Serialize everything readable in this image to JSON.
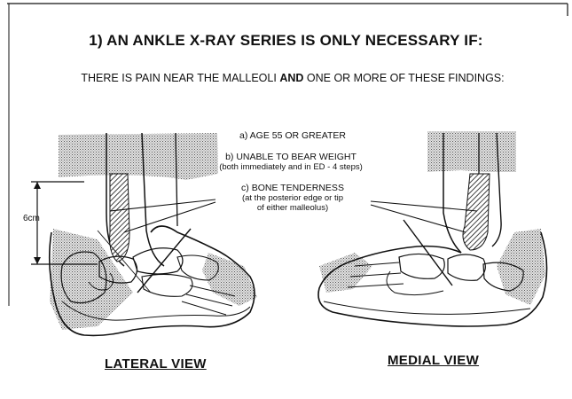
{
  "title": "1) AN ANKLE X-RAY SERIES IS ONLY NECESSARY IF:",
  "subtitle": {
    "part1": "THERE IS PAIN NEAR THE MALLEOLI",
    "and": "AND",
    "part2": "ONE OR MORE OF THESE FINDINGS:"
  },
  "criteria": {
    "a": {
      "label": "a) AGE 55 OR GREATER"
    },
    "b": {
      "label": "b) UNABLE TO BEAR WEIGHT",
      "detail": "(both immediately and in ED - 4 steps)"
    },
    "c": {
      "label": "c) BONE TENDERNESS",
      "detail1": "(at the posterior edge or tip",
      "detail2": "of either malleolus)"
    }
  },
  "measure_label": "6cm",
  "views": {
    "lateral": "LATERAL VIEW",
    "medial": "MEDIAL VIEW"
  },
  "colors": {
    "ink": "#111111",
    "shade": "#c4c4c4",
    "dark_shade": "#8a8a8a"
  }
}
